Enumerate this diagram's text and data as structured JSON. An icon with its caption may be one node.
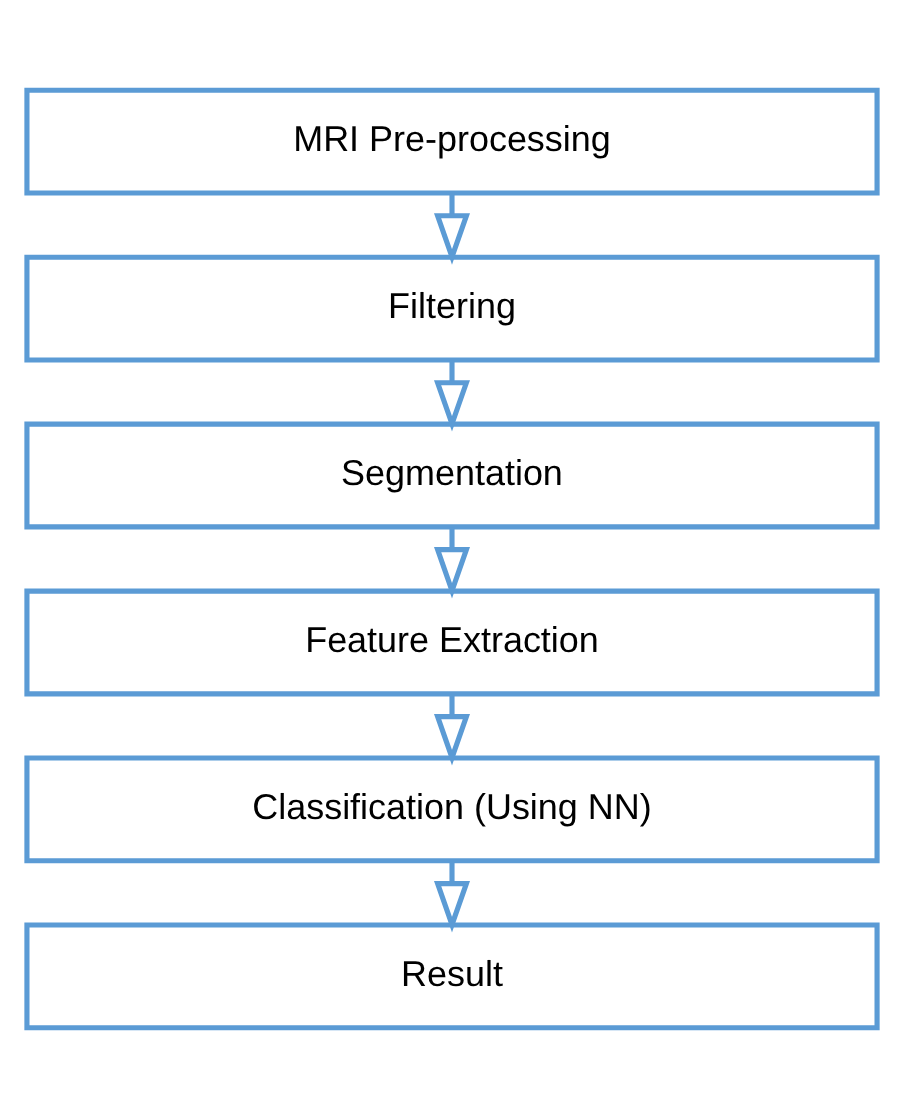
{
  "diagram": {
    "nodes": [
      {
        "text": [
          "MRI Pre-processing"
        ]
      },
      {
        "text": [
          "Filtering"
        ]
      },
      {
        "text": [
          "Segmentation"
        ]
      },
      {
        "text": [
          "Feature Extraction"
        ]
      },
      {
        "text": [
          "Classification (Using NN)"
        ]
      },
      {
        "text": [
          "Result"
        ]
      }
    ],
    "edges": [
      {
        "from": 0,
        "to": 1,
        "arrow": "to"
      },
      {
        "from": 1,
        "to": 2,
        "arrow": "to"
      },
      {
        "from": 2,
        "to": 3,
        "arrow": "to"
      },
      {
        "from": 3,
        "to": 4,
        "arrow": "to"
      },
      {
        "from": 4,
        "to": 5,
        "arrow": "to"
      }
    ]
  }
}
